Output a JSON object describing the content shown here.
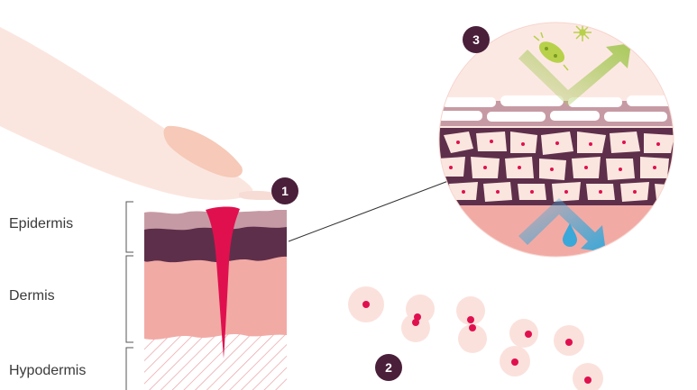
{
  "labels": {
    "epidermis": "Epidermis",
    "dermis": "Dermis",
    "hypodermis": "Hypodermis"
  },
  "badges": {
    "one": "1",
    "two": "2",
    "three": "3"
  },
  "colors": {
    "badge": "#4a1f3a",
    "blood": "#e0104f",
    "epidermis_top": "#c69aa4",
    "epidermis_dark": "#5e2f4a",
    "dermis": "#f2aaa5",
    "hypodermis_hatch": "#e8a0a5",
    "skin_finger": "#fbe6df",
    "cell_bg": "#fbd9d3",
    "arrow_green": "#a8c95a",
    "arrow_blue": "#3aa8d8"
  },
  "icons": {
    "bacteria": "bacteria-icon",
    "virus": "virus-icon",
    "water_drop": "water-drop-icon"
  }
}
